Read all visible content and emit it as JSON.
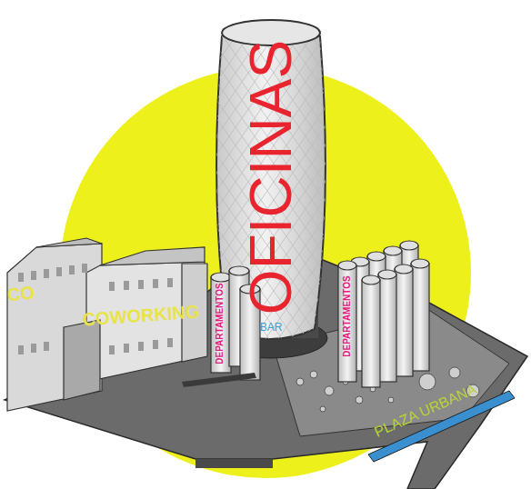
{
  "diagram": {
    "nodes": [
      {
        "text": [
          "OFICINAS"
        ]
      },
      {
        "text": [
          "BAR"
        ]
      },
      {
        "text": [
          "CO",
          "COWORKING"
        ]
      },
      {
        "text": [
          "DEPARTAMENTOS"
        ]
      },
      {
        "text": [
          "DEPARTAMENTOS"
        ]
      },
      {
        "text": [
          "PLAZA URBANA"
        ]
      }
    ]
  }
}
